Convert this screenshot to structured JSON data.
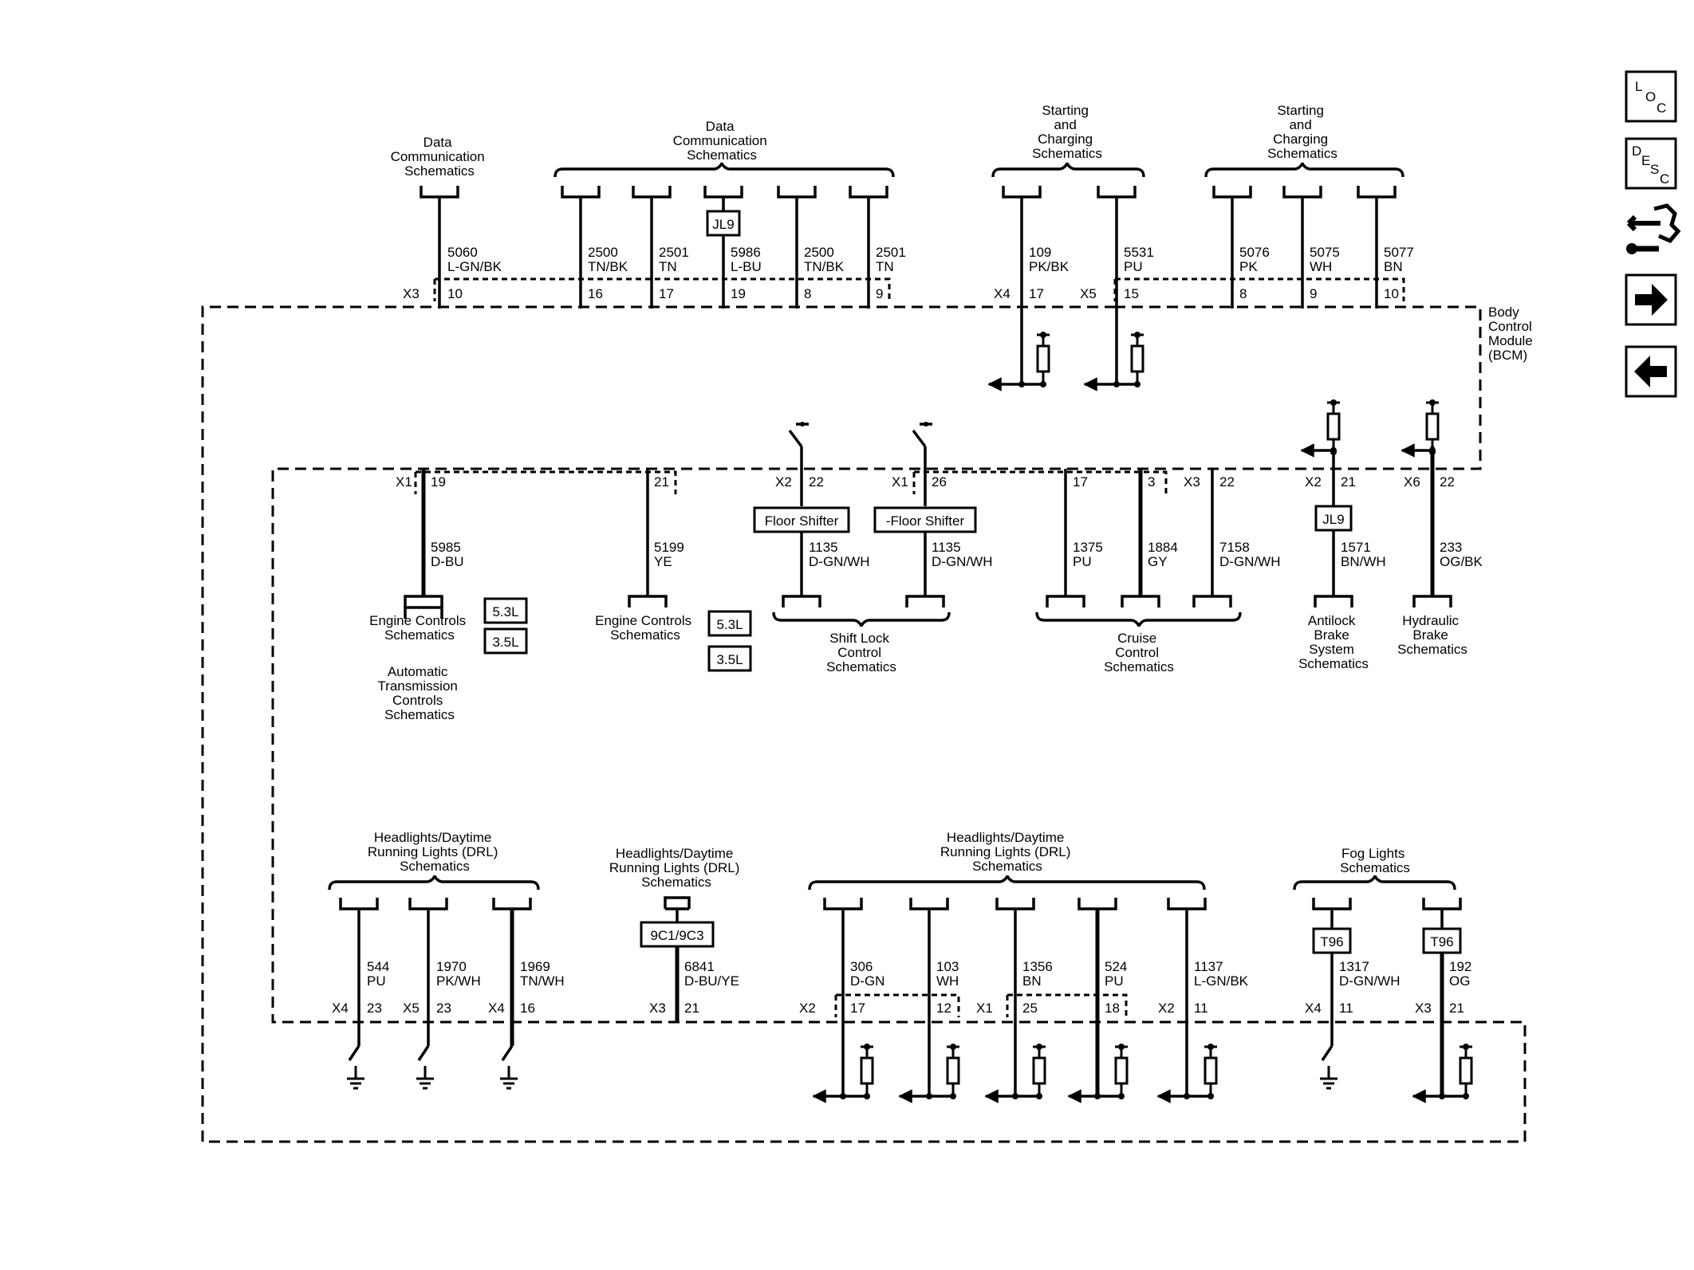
{
  "navigation": {
    "loc_icon": "loc-icon",
    "desc_icon": "desc-icon",
    "connector_view_icon": "connector-view-icon",
    "next_icon": "arrow-right-icon",
    "prev_icon": "arrow-left-icon",
    "loc": {
      "l": "L",
      "o": "O",
      "c": "C"
    },
    "desc": {
      "d": "D",
      "e": "E",
      "s": "S",
      "c": "C"
    }
  },
  "module": {
    "lines": [
      "Body",
      "Control",
      "Module",
      "(BCM)"
    ]
  },
  "top": {
    "data_comm_1": {
      "lines": [
        "Data",
        "Communication",
        "Schematics"
      ]
    },
    "data_comm_2": {
      "lines": [
        "Data",
        "Communication",
        "Schematics"
      ]
    },
    "starting_1": {
      "lines": [
        "Starting",
        "and",
        "Charging",
        "Schematics"
      ]
    },
    "starting_2": {
      "lines": [
        "Starting",
        "and",
        "Charging",
        "Schematics"
      ]
    },
    "jl9": "JL9",
    "wires": [
      {
        "circuit": "5060",
        "color": "L-GN/BK",
        "conn": "X3",
        "pin": "10"
      },
      {
        "circuit": "2500",
        "color": "TN/BK",
        "conn": "",
        "pin": "16"
      },
      {
        "circuit": "2501",
        "color": "TN",
        "conn": "",
        "pin": "17"
      },
      {
        "circuit": "5986",
        "color": "L-BU",
        "conn": "",
        "pin": "19"
      },
      {
        "circuit": "2500",
        "color": "TN/BK",
        "conn": "",
        "pin": "8"
      },
      {
        "circuit": "2501",
        "color": "TN",
        "conn": "",
        "pin": "9"
      },
      {
        "circuit": "109",
        "color": "PK/BK",
        "conn": "X4",
        "pin": "17"
      },
      {
        "circuit": "5531",
        "color": "PU",
        "conn": "X5",
        "pin": "15"
      },
      {
        "circuit": "5076",
        "color": "PK",
        "conn": "",
        "pin": "8"
      },
      {
        "circuit": "5075",
        "color": "WH",
        "conn": "",
        "pin": "9"
      },
      {
        "circuit": "5077",
        "color": "BN",
        "conn": "",
        "pin": "10"
      }
    ]
  },
  "middle": {
    "engine_1": {
      "lines": [
        "Engine Controls",
        "Schematics"
      ]
    },
    "engine_2": {
      "lines": [
        "Engine Controls",
        "Schematics"
      ]
    },
    "auto_trans": {
      "lines": [
        "Automatic",
        "Transmission",
        "Controls",
        "Schematics"
      ]
    },
    "shift_lock": {
      "lines": [
        "Shift Lock",
        "Control",
        "Schematics"
      ]
    },
    "cruise": {
      "lines": [
        "Cruise",
        "Control",
        "Schematics"
      ]
    },
    "abs": {
      "lines": [
        "Antilock",
        "Brake",
        "System",
        "Schematics"
      ]
    },
    "hydraulic": {
      "lines": [
        "Hydraulic",
        "Brake",
        "Schematics"
      ]
    },
    "badges": {
      "b53": "5.3L",
      "b35": "3.5L",
      "floor": "Floor Shifter",
      "nofloor": "-Floor Shifter",
      "jl9": "JL9"
    },
    "wires": [
      {
        "circuit": "5985",
        "color": "D-BU",
        "conn": "X1",
        "pin": "19"
      },
      {
        "circuit": "5199",
        "color": "YE",
        "conn": "",
        "pin": "21"
      },
      {
        "circuit": "1135",
        "color": "D-GN/WH",
        "conn": "X2",
        "pin": "22"
      },
      {
        "circuit": "1135",
        "color": "D-GN/WH",
        "conn": "X1",
        "pin": "26"
      },
      {
        "circuit": "1375",
        "color": "PU",
        "conn": "",
        "pin": "17"
      },
      {
        "circuit": "1884",
        "color": "GY",
        "conn": "",
        "pin": "3"
      },
      {
        "circuit": "7158",
        "color": "D-GN/WH",
        "conn": "X3",
        "pin": "22"
      },
      {
        "circuit": "1571",
        "color": "BN/WH",
        "conn": "X2",
        "pin": "21"
      },
      {
        "circuit": "233",
        "color": "OG/BK",
        "conn": "X6",
        "pin": "22"
      }
    ]
  },
  "bottom": {
    "drl_1": {
      "lines": [
        "Headlights/Daytime",
        "Running Lights (DRL)",
        "Schematics"
      ]
    },
    "drl_2": {
      "lines": [
        "Headlights/Daytime",
        "Running Lights (DRL)",
        "Schematics"
      ]
    },
    "drl_3": {
      "lines": [
        "Headlights/Daytime",
        "Running Lights (DRL)",
        "Schematics"
      ]
    },
    "fog": {
      "lines": [
        "Fog Lights",
        "Schematics"
      ]
    },
    "badges": {
      "c9": "9C1/9C3",
      "t96": "T96"
    },
    "wires": [
      {
        "circuit": "544",
        "color": "PU",
        "conn": "X4",
        "pin": "23"
      },
      {
        "circuit": "1970",
        "color": "PK/WH",
        "conn": "X5",
        "pin": "23"
      },
      {
        "circuit": "1969",
        "color": "TN/WH",
        "conn": "X4",
        "pin": "16"
      },
      {
        "circuit": "6841",
        "color": "D-BU/YE",
        "conn": "X3",
        "pin": "21"
      },
      {
        "circuit": "306",
        "color": "D-GN",
        "conn": "X2",
        "pin": "17"
      },
      {
        "circuit": "103",
        "color": "WH",
        "conn": "",
        "pin": "12"
      },
      {
        "circuit": "1356",
        "color": "BN",
        "conn": "X1",
        "pin": "25"
      },
      {
        "circuit": "524",
        "color": "PU",
        "conn": "",
        "pin": "18"
      },
      {
        "circuit": "1137",
        "color": "L-GN/BK",
        "conn": "X2",
        "pin": "11"
      },
      {
        "circuit": "1317",
        "color": "D-GN/WH",
        "conn": "X4",
        "pin": "11"
      },
      {
        "circuit": "192",
        "color": "OG",
        "conn": "X3",
        "pin": "21"
      }
    ]
  }
}
